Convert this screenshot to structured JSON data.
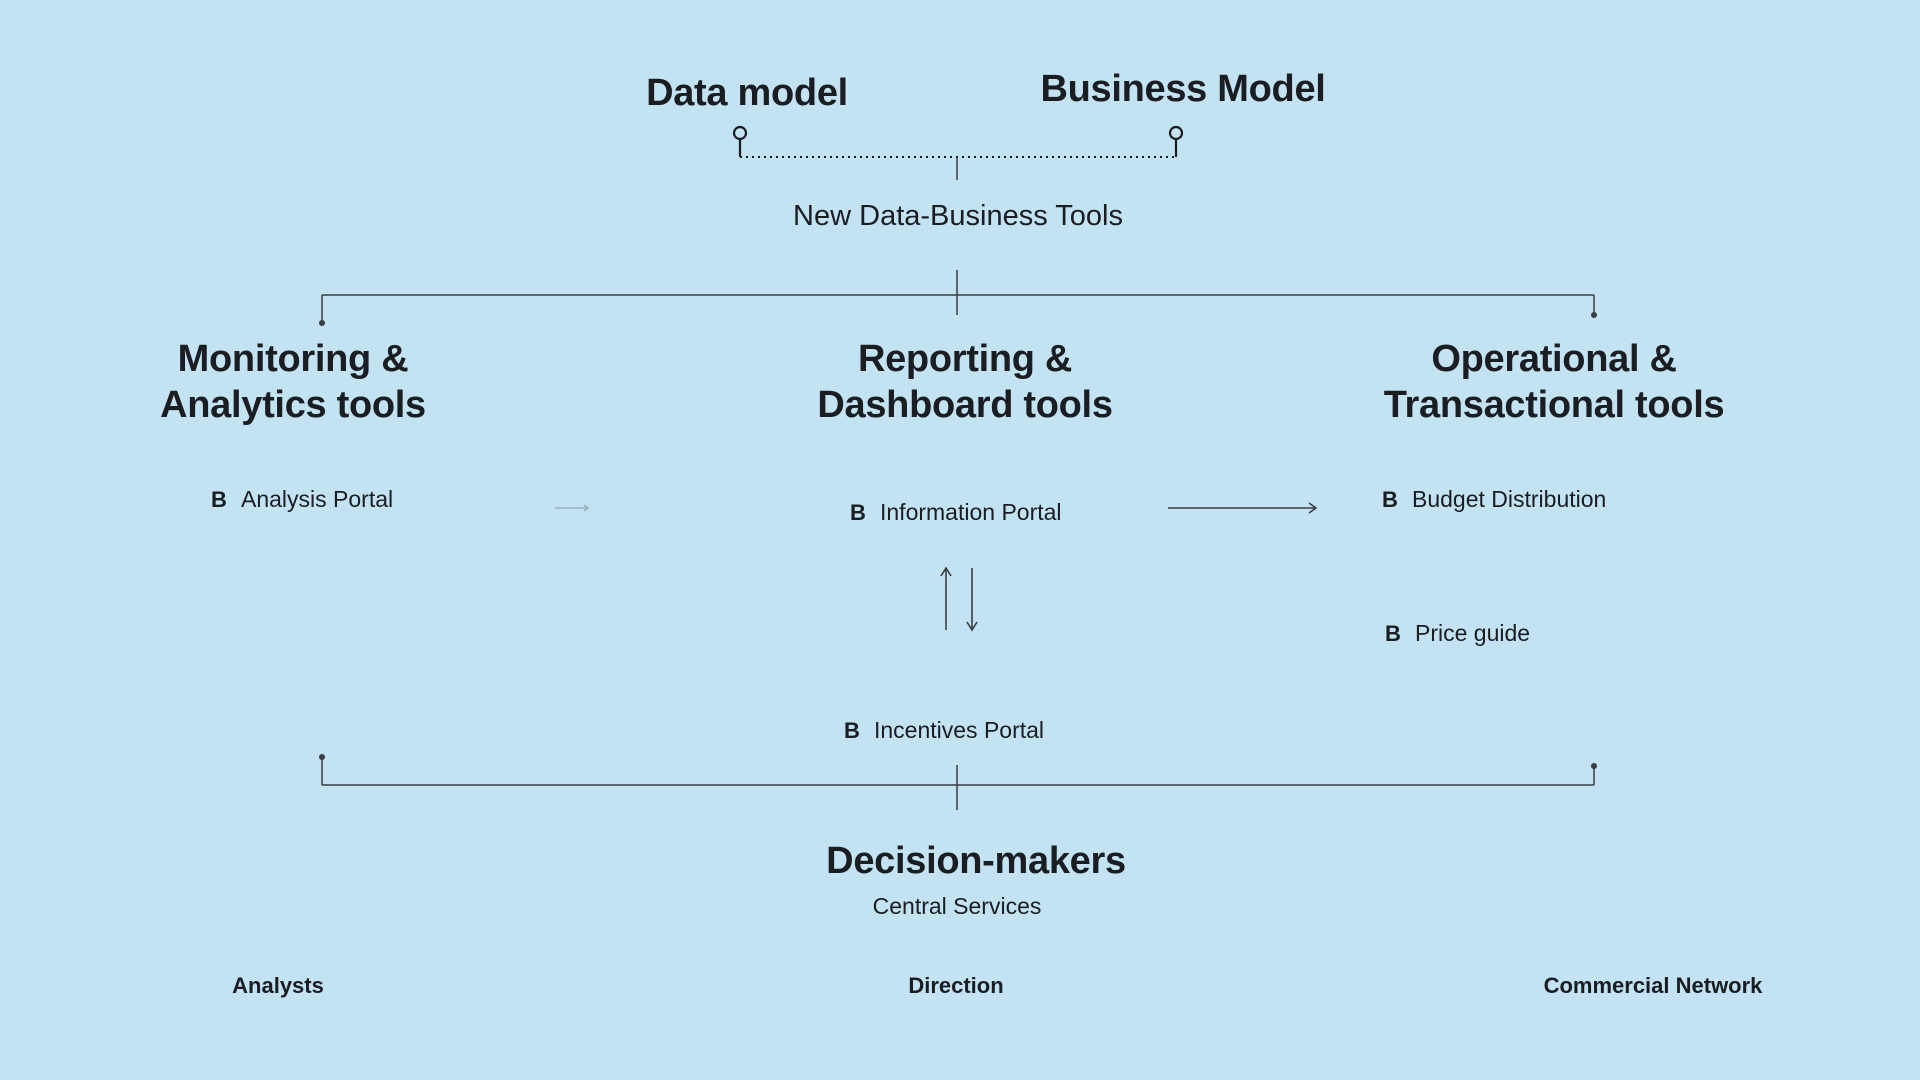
{
  "top": {
    "data_model": "Data model",
    "business_model": "Business Model",
    "merge_label": "New Data-Business Tools"
  },
  "categories": [
    {
      "line1": "Monitoring &",
      "line2": "Analytics tools"
    },
    {
      "line1": "Reporting &",
      "line2": "Dashboard tools"
    },
    {
      "line1": "Operational &",
      "line2": "Transactional tools"
    }
  ],
  "tools": {
    "analysis_portal": {
      "badge": "B",
      "label": "Analysis Portal"
    },
    "information_portal": {
      "badge": "B",
      "label": "Information Portal"
    },
    "budget_distribution": {
      "badge": "B",
      "label": "Budget Distribution"
    },
    "price_guide": {
      "badge": "B",
      "label": "Price guide"
    },
    "incentives_portal": {
      "badge": "B",
      "label": "Incentives Portal"
    }
  },
  "bottom": {
    "title": "Decision-makers",
    "subtitle": "Central Services",
    "audiences": [
      "Analysts",
      "Direction",
      "Commercial Network"
    ]
  },
  "colors": {
    "background": "#c3e2f2",
    "line": "#3a3d42",
    "text": "#1a1d22"
  }
}
